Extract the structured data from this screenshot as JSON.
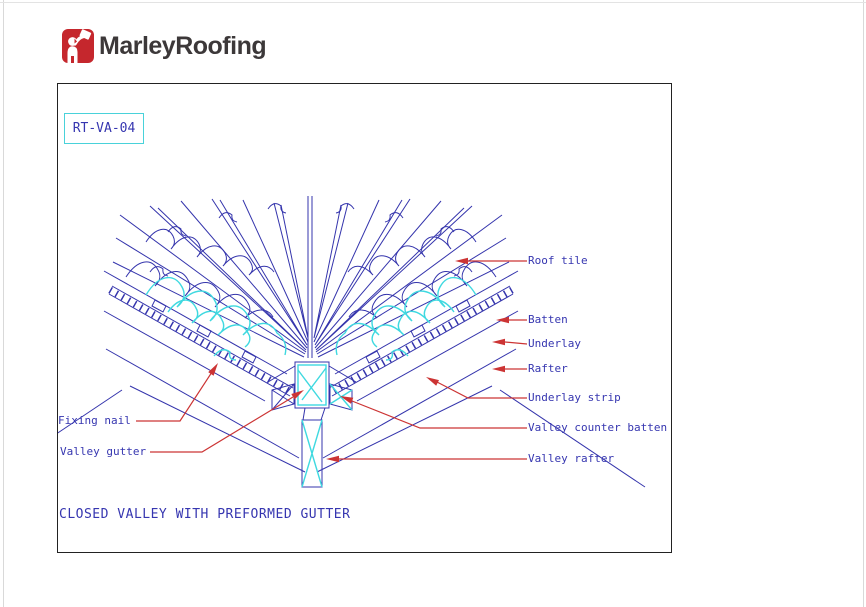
{
  "brand": {
    "name": "MarleyRoofing",
    "icon": "roofer-figure-icon",
    "icon_bg": "#c5272d",
    "text_color": "#3c3839"
  },
  "drawing": {
    "ref_code": "RT-VA-04",
    "title": "CLOSED VALLEY WITH PREFORMED GUTTER",
    "labels": {
      "roof_tile": "Roof tile",
      "batten": "Batten",
      "underlay": "Underlay",
      "rafter": "Rafter",
      "underlay_strip": "Underlay strip",
      "valley_counter_batten": "Valley counter batten",
      "valley_rafter": "Valley rafter",
      "fixing_nail": "Fixing nail",
      "valley_gutter": "Valley gutter"
    },
    "colors": {
      "line_blue": "#3434ac",
      "accent_cyan": "#3fd9e0",
      "leader_red": "#cc3434",
      "frame": "#222222",
      "label_text": "#3636b0"
    }
  }
}
